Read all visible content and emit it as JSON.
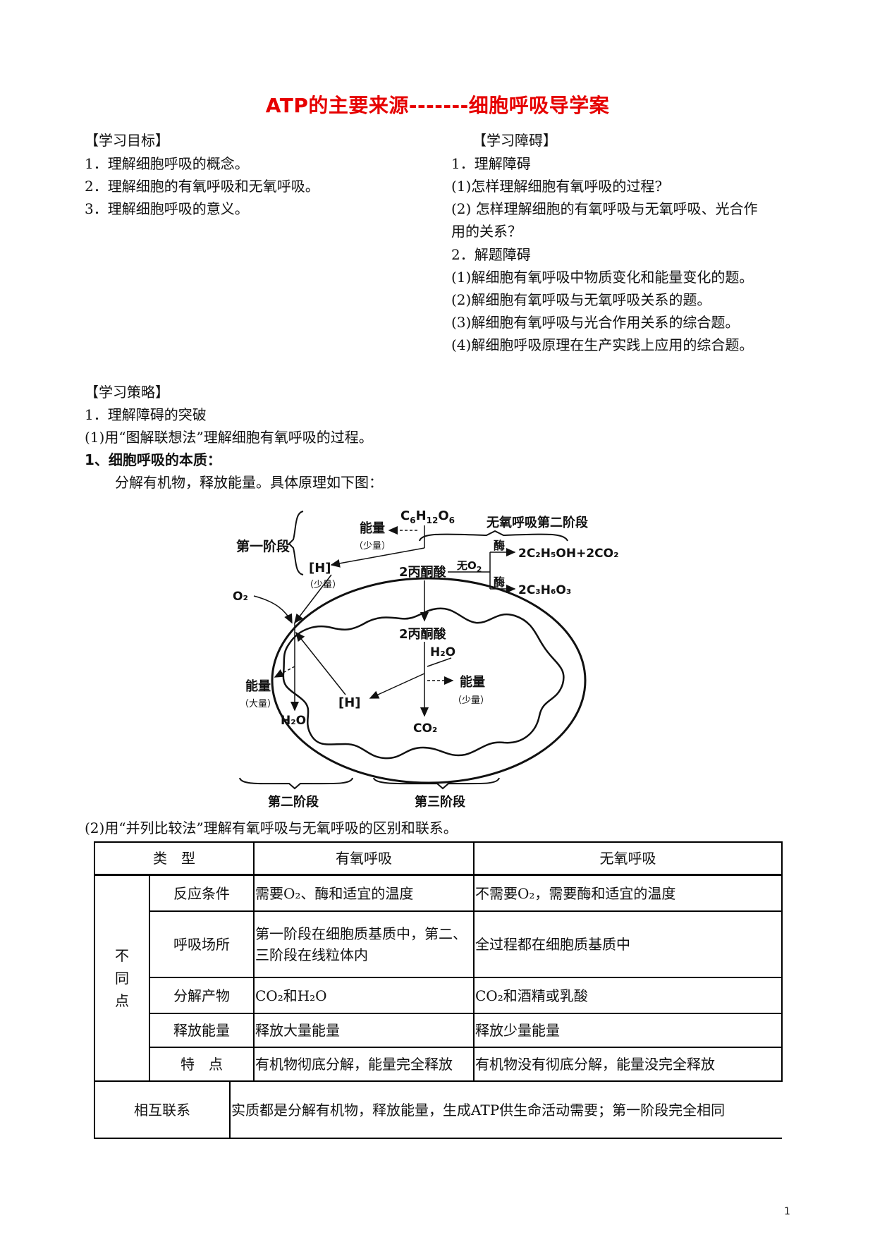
{
  "title": "ATP的主要来源-------细胞呼吸导学案",
  "goals": {
    "heading": "【学习目标】",
    "items": [
      "1．理解细胞呼吸的概念。",
      "2．理解细胞的有氧呼吸和无氧呼吸。",
      "3．理解细胞呼吸的意义。"
    ]
  },
  "obstacles": {
    "heading": "【学习障碍】",
    "lines": [
      "1．理解障碍",
      "(1)怎样理解细胞有氧呼吸的过程?",
      "(2) 怎样理解细胞的有氧呼吸与无氧呼吸、光合作",
      "用的关系？",
      "2．解题障碍",
      "(1)解细胞有氧呼吸中物质变化和能量变化的题。",
      "(2)解细胞有氧呼吸与无氧呼吸关系的题。",
      "(3)解细胞有氧呼吸与光合作用关系的综合题。",
      "(4)解细胞呼吸原理在生产实践上应用的综合题。"
    ]
  },
  "strategy": {
    "heading": "【学习策略】",
    "line1": "1．理解障碍的突破",
    "line2": "(1)用“图解联想法”理解细胞有氧呼吸的过程。",
    "section": "1、细胞呼吸的本质：",
    "desc": "分解有机物，释放能量。具体原理如下图：",
    "line3": "(2)用“并列比较法”理解有氧呼吸与无氧呼吸的区别和联系。"
  },
  "diagram": {
    "glucose_base": "C",
    "glucose_s1": "6",
    "glucose_h": "H",
    "glucose_s2": "12",
    "glucose_o": "O",
    "glucose_s3": "6",
    "stage1": "第一阶段",
    "energy": "能量",
    "small": "（少量）",
    "large": "（大量）",
    "h": "[H]",
    "pyruvate": "2丙酮酸",
    "anaerobic_title": "无氧呼吸第二阶段",
    "no_o2": "无O",
    "no_o2_sub": "2",
    "enzyme": "酶",
    "ethanol": "2C₂H₅OH+2CO₂",
    "lactic": "2C₃H₆O₃",
    "o2": "O₂",
    "h2o_in": "H₂O",
    "h2o_out": "H₂O",
    "co2": "CO₂",
    "stage2": "第二阶段",
    "stage3": "第三阶段"
  },
  "table": {
    "header": [
      "类　型",
      "有氧呼吸",
      "无氧呼吸"
    ],
    "group_label": "不\n同\n点",
    "rows": [
      {
        "label": "反应条件",
        "aerobic": "需要O₂、酶和适宜的温度",
        "anaerobic": "不需要O₂，需要酶和适宜的温度"
      },
      {
        "label": "呼吸场所",
        "aerobic": "第一阶段在细胞质基质中，第二、三阶段在线粒体内",
        "anaerobic": "全过程都在细胞质基质中"
      },
      {
        "label": "分解产物",
        "aerobic": "CO₂和H₂O",
        "anaerobic": "CO₂和酒精或乳酸"
      },
      {
        "label": "释放能量",
        "aerobic": "释放大量能量",
        "anaerobic": "释放少量能量"
      },
      {
        "label": "特　点",
        "aerobic": "有机物彻底分解，能量完全释放",
        "anaerobic": "有机物没有彻底分解，能量没完全释放"
      }
    ],
    "relation_label": "相互联系",
    "relation_text": "实质都是分解有机物，释放能量，生成ATP供生命活动需要；第一阶段完全相同"
  },
  "page_number": "1"
}
